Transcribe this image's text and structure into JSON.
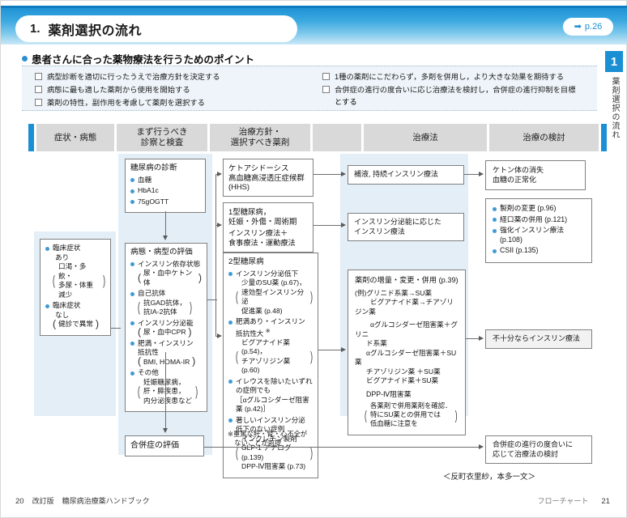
{
  "header": {
    "section_number": "1.",
    "title": "薬剤選択の流れ",
    "page_ref_arrow": "➡",
    "page_ref": "p.26"
  },
  "side_tab": {
    "number": "1",
    "label": "薬剤選択の流れ"
  },
  "points": {
    "heading": "患者さんに合った薬物療法を行うためのポイント",
    "left": [
      "病型診断を適切に行ったうえで治療方針を決定する",
      "病態に最も適した薬剤から使用を開始する",
      "薬剤の特性，副作用を考慮して薬剤を選択する"
    ],
    "right": [
      "1種の薬剤にこだわらず，多剤を併用し，より大きな効果を期待する",
      "合併症の進行の度合いに応じ治療法を検討し，合併症の進行抑制を目標"
    ],
    "right_cont": "とする"
  },
  "columns": [
    {
      "line1": "症状・病態",
      "line2": ""
    },
    {
      "line1": "まず行うべき",
      "line2": "診察と検査"
    },
    {
      "line1": "治療方針・",
      "line2": "選択すべき薬剤"
    },
    {
      "line1": "",
      "line2": ""
    },
    {
      "line1": "治療法",
      "line2": ""
    },
    {
      "line1": "治療の検討",
      "line2": ""
    }
  ],
  "nodes": {
    "symptoms": {
      "items": [
        {
          "text": "臨床症状",
          "sub": "あり",
          "paren": "口渇・多飲・\n多尿・体重\n減少"
        },
        {
          "text": "臨床症状",
          "sub": "なし",
          "paren": "健診で異常"
        }
      ]
    },
    "diagnosis": {
      "title": "糖尿病の診断",
      "items": [
        "血糖",
        "HbA1c",
        "75gOGTT"
      ]
    },
    "evaluation": {
      "title": "病態・病型の評価",
      "items": [
        {
          "text": "インスリン依存状態",
          "paren": "尿・血中ケトン体"
        },
        {
          "text": "自己抗体",
          "paren": "抗GAD抗体，\n抗IA-2抗体"
        },
        {
          "text": "インスリン分泌能",
          "paren": "尿・血中CPR"
        },
        {
          "text": "肥満・インスリン\n抵抗性",
          "paren": "BMI, HOMA-IR"
        },
        {
          "text": "その他",
          "paren": "妊娠糖尿病，\n肝・膵疾患，\n内分泌疾患など"
        }
      ]
    },
    "complication_eval": {
      "title": "合併症の評価"
    },
    "ketoacidosis": {
      "line1": "ケトアシドーシス",
      "line2": "高血糖高浸透圧症候群",
      "line3": "(HHS)"
    },
    "type1": {
      "line1": "1型糖尿病，",
      "line2": "妊娠・外傷・周術期",
      "line3": "インスリン療法＋",
      "line4": "食事療法・運動療法"
    },
    "type2": {
      "title": "2型糖尿病",
      "items": [
        {
          "text": "インスリン分泌低下",
          "paren": "少量のSU薬 (p.67)，\n速効型インスリン分泌\n促進薬 (p.48)"
        },
        {
          "text": "肥満あり・インスリン\n抵抗性大",
          "paren": "ビグアナイド薬 (p.54)，\nチアゾリジン薬 (p.60)",
          "star": "※"
        },
        {
          "text": "イレウスを除いたいずれ\nの症例でも",
          "bracket": "［αグルコシダーゼ阻害\n薬 (p.42)］"
        },
        {
          "text": "著しいインスリン分泌\n低下のない症例",
          "paren": "インクレチン製剤\nGLP-1 アナログ (p.139)\nDPP-Ⅳ阻害薬 (p.73)"
        }
      ]
    },
    "footnote": "※重篤な肝・腎・心不全が\n　ないことが前提",
    "therapy_fluid": "補液, 持続インスリン療法",
    "therapy_insulin": "インスリン分泌能に応じた\nインスリン療法",
    "therapy_adjust": {
      "title": "薬剤の増量・変更・併用 (p.39)",
      "example_label": "(例)",
      "lines": [
        "グリニド系薬→SU薬",
        "ビグアナイド薬→チアゾリジン薬",
        "αグルコシダーゼ阻害薬＋グリニ",
        "ド系薬",
        "αグルコシダーゼ阻害薬＋SU薬",
        "チアゾリジン薬 ＋SU薬",
        "ビグアナイド薬＋SU薬",
        "DPP-Ⅳ阻害薬"
      ],
      "note_paren": "各薬剤で併用薬剤を確認．\n特にSU薬との併用では\n低血糖に注意を"
    },
    "result_ketone": {
      "line1": "ケトン体の消失",
      "line2": "血糖の正常化"
    },
    "result_options": {
      "items": [
        "製剤の変更 (p.96)",
        "経口薬の併用 (p.121)",
        "強化インスリン療法 (p.108)",
        "CSII (p.135)"
      ]
    },
    "result_insufficient": "不十分ならインスリン療法",
    "result_complication": "合併症の進行の度合いに\n応じて治療法の検討"
  },
  "credit": "＜反町衣里紗，本多一文＞",
  "footer": {
    "left_page": "20",
    "left_text_1": "改訂版",
    "left_text_2": "糖尿病治療薬ハンドブック",
    "right_text": "フローチャート",
    "right_page": "21"
  },
  "colors": {
    "accent": "#1b8fd4",
    "bullet": "#3f9ad6",
    "shade": "#e3eef7",
    "header_strip": "#d9d9d9"
  }
}
